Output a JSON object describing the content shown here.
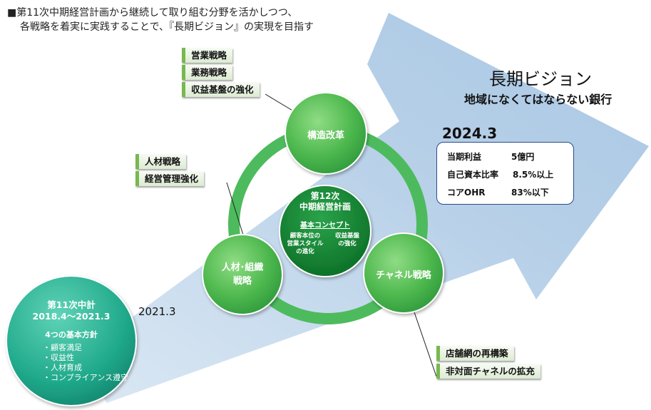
{
  "header": {
    "line1": "■第11次中期経営計画から継続して取り組む分野を活かしつつ、",
    "line2": "各戦略を着実に実践することで、『長期ビジョン』の実現を目指す"
  },
  "vision": {
    "title": "長期ビジョン",
    "subtitle": "地域になくてはならない銀行",
    "year": "2024.3",
    "targets": [
      {
        "label": "当期利益",
        "value": "5億円"
      },
      {
        "label": "自己資本比率",
        "value": "8.5%以上"
      },
      {
        "label": "コアOHR",
        "value": "83%以下"
      }
    ]
  },
  "center": {
    "title_line1": "第12次",
    "title_line2": "中期経営計画",
    "concept_label": "基本コンセプト",
    "concept_left_line1": "顧客本位の",
    "concept_left_line2": "営業スタイル",
    "concept_left_line3": "の進化",
    "concept_right_line1": "収益基盤",
    "concept_right_line2": "の強化"
  },
  "strategies": {
    "top": {
      "label": "構造改革",
      "tags": [
        "営業戦略",
        "業務戦略",
        "収益基盤の強化"
      ]
    },
    "left": {
      "label_line1": "人材･組織",
      "label_line2": "戦略",
      "tags": [
        "人材戦略",
        "経営管理強化"
      ]
    },
    "right": {
      "label": "チャネル戦略",
      "tags": [
        "店舗網の再構築",
        "非対面チャネルの拡充"
      ]
    }
  },
  "previous_plan": {
    "title": "第11次中計",
    "period": "2018.4～2021.3",
    "policy_title": "4つの基本方針",
    "policies": [
      "・顧客満足",
      "・収益性",
      "・人材育成",
      "・コンプライアンス遵守"
    ]
  },
  "year_2021": "2021.3",
  "colors": {
    "arrow": "#b9d2e9",
    "ring": "#4dbb5d",
    "circle_light": "#6cc86a",
    "circle_dark": "#138a32",
    "teal": "#2fb69a"
  }
}
